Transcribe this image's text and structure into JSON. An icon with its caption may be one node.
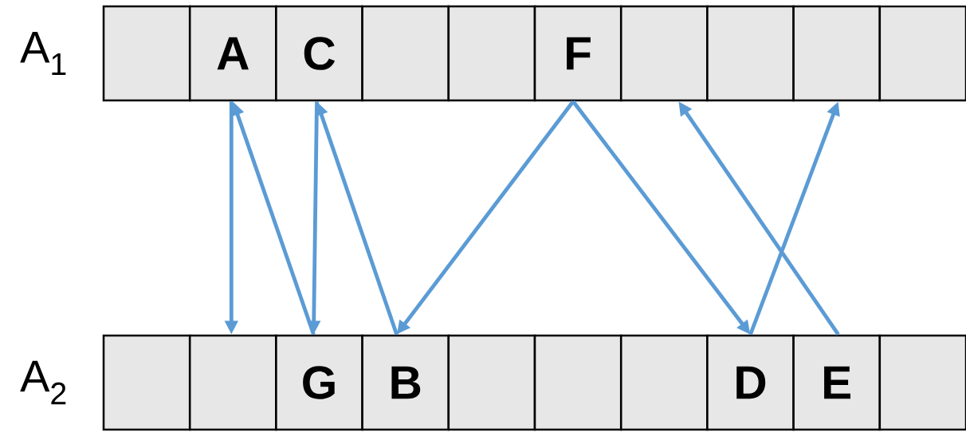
{
  "diagram": {
    "nodes": [
      {
        "text": [],
        "shape": "box"
      },
      {
        "text": [
          "A"
        ]
      },
      {
        "text": [
          "C"
        ]
      },
      {
        "text": [],
        "shape": "box"
      },
      {
        "text": [],
        "shape": "box"
      },
      {
        "text": [
          "F"
        ]
      },
      {
        "text": [],
        "shape": "box"
      },
      {
        "text": [],
        "shape": "box"
      },
      {
        "text": [],
        "shape": "box"
      },
      {
        "text": [],
        "shape": "box"
      },
      {
        "text": [],
        "shape": "box"
      },
      {
        "text": [],
        "shape": "box"
      },
      {
        "text": [
          "G"
        ]
      },
      {
        "text": [
          "B"
        ]
      },
      {
        "text": [],
        "shape": "box"
      },
      {
        "text": [],
        "shape": "box"
      },
      {
        "text": [],
        "shape": "box"
      },
      {
        "text": [
          "D"
        ]
      },
      {
        "text": [
          "E"
        ]
      },
      {
        "text": [],
        "shape": "box"
      }
    ],
    "edges": [
      {
        "from": 1,
        "to": 11,
        "arrow": "to"
      },
      {
        "from": 12,
        "to": 1,
        "arrow": "to"
      },
      {
        "from": 2,
        "to": 12,
        "arrow": "to"
      },
      {
        "from": 13,
        "to": 2,
        "arrow": "to"
      },
      {
        "from": 5,
        "to": 13,
        "arrow": "to"
      },
      {
        "from": 5,
        "to": 17,
        "arrow": "to"
      },
      {
        "from": 17,
        "to": 8,
        "arrow": "to"
      },
      {
        "from": 18,
        "to": 6,
        "arrow": "to"
      }
    ],
    "labels": [
      "A$_{1}$",
      "A$_{2}$"
    ]
  }
}
